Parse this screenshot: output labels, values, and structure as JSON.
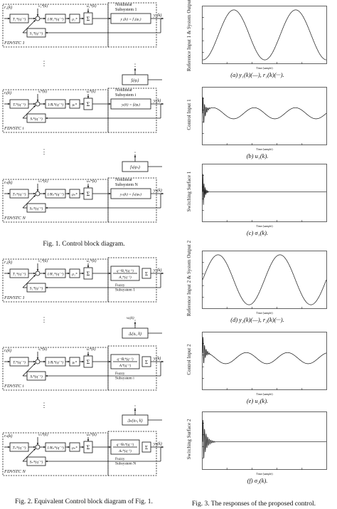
{
  "figure1": {
    "caption": "Fig. 1. Control block diagram.",
    "rows": [
      {
        "label": "FDVSTC 1",
        "ref": "r₁(k)",
        "vstar": "v₁*(k)",
        "ustar": "u₁*(k)",
        "t_block": "T₁*(q⁻¹)",
        "r_block": "1/R₁*(q⁻¹)",
        "mu": "μ₁*",
        "s_block": "S₁*(q⁻¹)",
        "plant": "y₁(k) = f₁(φ₁)",
        "subsystem": "Nonlinear\nSubsystem 1",
        "out": "y₁(k)"
      },
      {
        "label": "FDVSTC i",
        "ref": "rᵢ(k)",
        "vstar": "vᵢ*(k)",
        "ustar": "uᵢ*(k)",
        "t_block": "Tᵢ*(q⁻¹)",
        "r_block": "1/Rᵢ*(q⁻¹)",
        "mu": "μᵢ*",
        "s_block": "Sᵢ*(q⁻¹)",
        "plant": "yᵢ(k) = fᵢ(φᵢ)",
        "subsystem": "Nonlinear\nSubsystem i",
        "out": "yᵢ(k)"
      },
      {
        "label": "FDVSTC N",
        "ref": "rₙ(k)",
        "vstar": "vₙ*(k)",
        "ustar": "uₙ*(k)",
        "t_block": "Tₙ*(q⁻¹)",
        "r_block": "1/Rₙ*(q⁻¹)",
        "mu": "μₙ*",
        "s_block": "Sₙ*(q⁻¹)",
        "plant": "yₙ(k) = fₙ(φₙ)",
        "subsystem": "Nonlinear\nSubsystem N",
        "out": "yₙ(k)"
      }
    ],
    "couplings": [
      "fᵢ(φᵢ)",
      "fₙ(φₙ)"
    ],
    "dots": "⋮"
  },
  "figure2": {
    "caption": "Fig. 2. Equivalent Control block diagram of Fig. 1.",
    "rows": [
      {
        "label": "FDVSTC 1",
        "ref": "r₁(k)",
        "vstar": "v₁*(k)",
        "ustar": "u₁*(k)",
        "t_block": "T₁*(q⁻¹)",
        "r_block": "1/R₁*(q⁻¹)",
        "mu": "μ₁*",
        "s_block": "S₁*(q⁻¹)",
        "plant_num": "q⁻ᵈB₁*(q⁻¹)",
        "plant_den": "A₁*(q⁻¹)",
        "subsystem": "Fuzzy\nSubsystem 1",
        "out": "y₁(k)"
      },
      {
        "label": "FDVSTC i",
        "ref": "rᵢ(k)",
        "vstar": "vᵢ*(k)",
        "ustar": "uᵢ*(k)",
        "t_block": "Tᵢ*(q⁻¹)",
        "r_block": "1/Rᵢ*(q⁻¹)",
        "mu": "μᵢ*",
        "s_block": "Sᵢ*(q⁻¹)",
        "plant_num": "q⁻ᵈBᵢ*(q⁻¹)",
        "plant_den": "Aᵢ*(q⁻¹)",
        "subsystem": "Fuzzy\nSubsystem i",
        "out": "yᵢ(k)"
      },
      {
        "label": "FDVSTC N",
        "ref": "rₙ(k)",
        "vstar": "vₙ*(k)",
        "ustar": "uₙ*(k)",
        "t_block": "Tₙ*(q⁻¹)",
        "r_block": "1/Rₙ*(q⁻¹)",
        "mu": "μₙ*",
        "s_block": "Sₙ*(q⁻¹)",
        "plant_num": "q⁻ᵈBₙ*(q⁻¹)",
        "plant_den": "Aₙ*(q⁻¹)",
        "subsystem": "Fuzzy\nSubsystem N",
        "out": "yₙ(k)"
      }
    ],
    "couplings": [
      "Δᵢ(uᵢ, k)",
      "Δₙ(uₙ, k)"
    ],
    "wi": "wᵢ(k)",
    "dots": "⋮"
  },
  "figure3": {
    "caption": "Fig. 3. The responses of the proposed control.",
    "time_label": "Time (sample)",
    "panels": [
      {
        "ylabel": "Reference Input 1 & System Output 1",
        "sublabel": "(a) y₁(k)(—), r₁(k)(···).",
        "kind": "sine",
        "phase": 0.0
      },
      {
        "ylabel": "Control Input 1",
        "sublabel": "(b) u₁(k).",
        "kind": "control",
        "phase": 0.0
      },
      {
        "ylabel": "Switching Surface 1",
        "sublabel": "(c) σ₁(k).",
        "kind": "switch",
        "phase": 0.0
      },
      {
        "ylabel": "Reference Input 2 & System Output 2",
        "sublabel": "(d) y₂(k)(—), r₂(k)(···).",
        "kind": "sine",
        "phase": 1.6
      },
      {
        "ylabel": "Control Input 2",
        "sublabel": "(e) u₂(k).",
        "kind": "control",
        "phase": 1.2
      },
      {
        "ylabel": "Switching Surface 2",
        "sublabel": "(f) σ₂(k).",
        "kind": "switch2",
        "phase": 0.0
      }
    ]
  }
}
